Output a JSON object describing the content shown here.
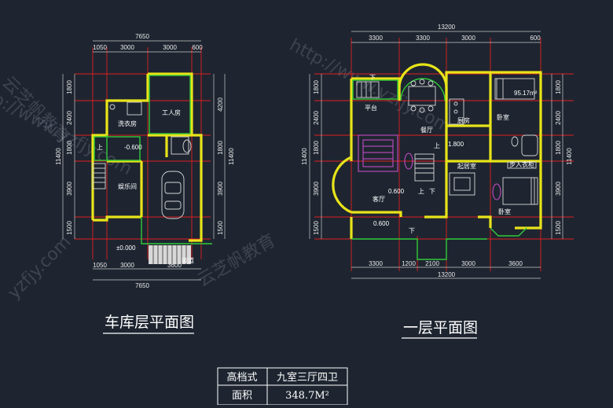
{
  "watermarks": [
    "http://www.yzfjy.com",
    "云芝帆教育",
    "yzfjy.com",
    "http://www.yzfjy.com",
    "云芝帆教育"
  ],
  "garage_plan": {
    "title": "车库层平面图",
    "top_total": "7650",
    "top_segments": [
      "1050",
      "3000",
      "3000",
      "600"
    ],
    "bottom_total": "7650",
    "bottom_segments": [
      "1050",
      "3000",
      "3600"
    ],
    "left_total": "11400",
    "left_segments": [
      "1800",
      "2400",
      "1800",
      "3900",
      "1500"
    ],
    "right_segments": [
      "4200",
      "1800",
      "3900",
      "1500"
    ],
    "right_total": "11400",
    "rooms": {
      "laundry": "洗衣房",
      "worker_room": "工人房",
      "entertainment": "娱乐间",
      "up": "上",
      "level": "-0.600",
      "ground_level": "±0.000",
      "ramp": "坡道"
    }
  },
  "first_floor_plan": {
    "title": "一层平面图",
    "top_total": "13200",
    "top_segments": [
      "3300",
      "3300",
      "3000",
      "600"
    ],
    "bottom_total": "13200",
    "bottom_segments": [
      "3300",
      "1200",
      "2100",
      "3000",
      "3600"
    ],
    "left_total": "11400",
    "left_segments": [
      "1800",
      "2400",
      "1800",
      "3900",
      "1500"
    ],
    "right_segments": [
      "1800",
      "2400",
      "1800",
      "3900",
      "1500"
    ],
    "right_total": "11400",
    "area_note": "95.17m²",
    "rooms": {
      "terrace": "平台",
      "down1": "下",
      "dining": "餐厅",
      "kitchen": "厨房",
      "bedroom1": "卧室",
      "living": "客厅",
      "level_living": "0.600",
      "up1": "上",
      "up2": "上",
      "down2": "下",
      "level_hall": "1.800",
      "starting_room": "起居室",
      "bedroom2": "卧室",
      "wardrobe": "步入衣柜",
      "level_porch": "0.600",
      "down3": "下"
    }
  },
  "info_table": {
    "row1": {
      "label": "高档式",
      "value": "九室三厅四卫"
    },
    "row2": {
      "label": "面积",
      "value": "348.7M²"
    }
  }
}
